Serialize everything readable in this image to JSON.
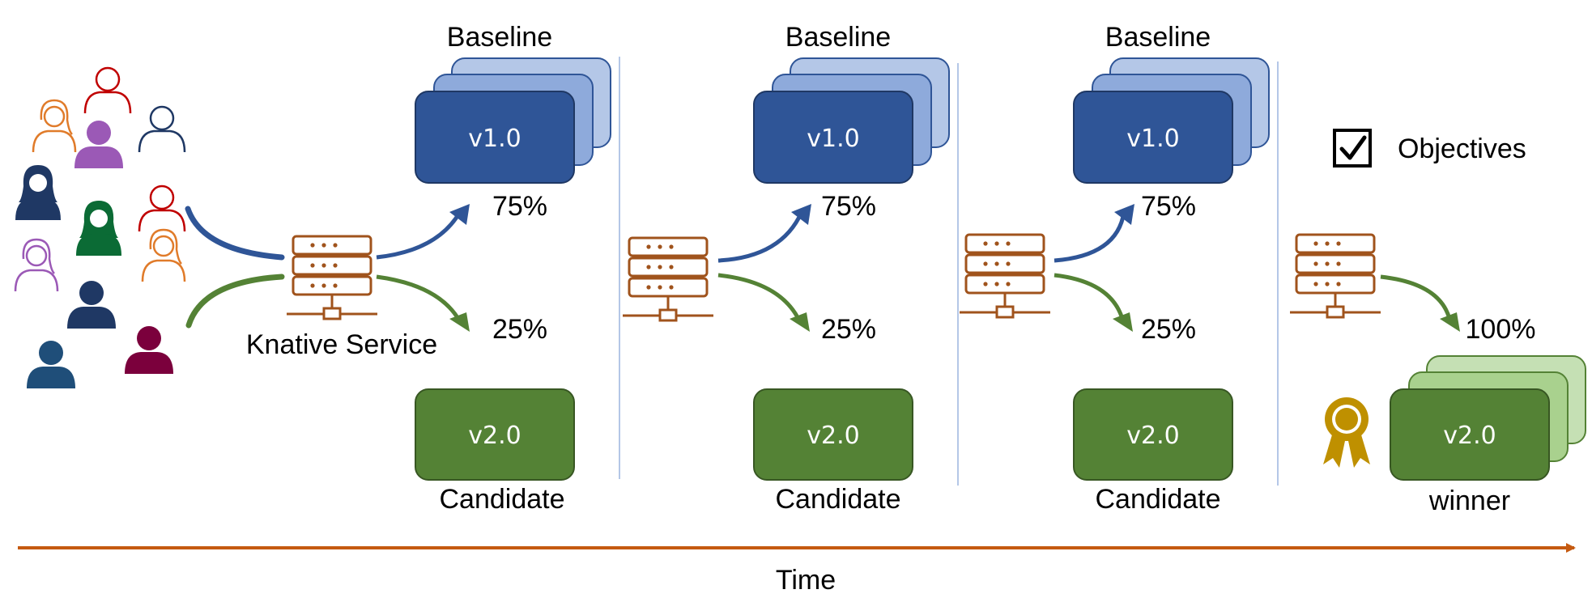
{
  "stages": [
    {
      "baseline_title": "Baseline",
      "baseline_version": "v1.0",
      "baseline_pct": "75%",
      "candidate_pct": "25%",
      "candidate_version": "v2.0",
      "candidate_title": "Candidate"
    },
    {
      "baseline_title": "Baseline",
      "baseline_version": "v1.0",
      "baseline_pct": "75%",
      "candidate_pct": "25%",
      "candidate_version": "v2.0",
      "candidate_title": "Candidate"
    },
    {
      "baseline_title": "Baseline",
      "baseline_version": "v1.0",
      "baseline_pct": "75%",
      "candidate_pct": "25%",
      "candidate_version": "v2.0",
      "candidate_title": "Candidate"
    }
  ],
  "service_label": "Knative Service",
  "objectives": {
    "label": "Objectives",
    "checked": true
  },
  "final": {
    "pct": "100%",
    "version": "v2.0",
    "label": "winner"
  },
  "timeline": {
    "label": "Time"
  },
  "colors": {
    "baseline_front": "#2f5597",
    "baseline_mid": "#8eaadb",
    "baseline_back": "#b4c7e7",
    "candidate_front": "#548235",
    "candidate_mid": "#a9d18e",
    "candidate_back": "#c5e0b4",
    "server": "#a0531c",
    "blue_arrow": "#2f5597",
    "green_arrow": "#548235",
    "timeline": "#c55a11",
    "divider": "#b4c7e7",
    "medal": "#bf9000"
  },
  "icons": {
    "users": "users-group-icon",
    "server": "server-icon",
    "checkbox": "checkbox-checked-icon",
    "medal": "award-ribbon-icon"
  }
}
